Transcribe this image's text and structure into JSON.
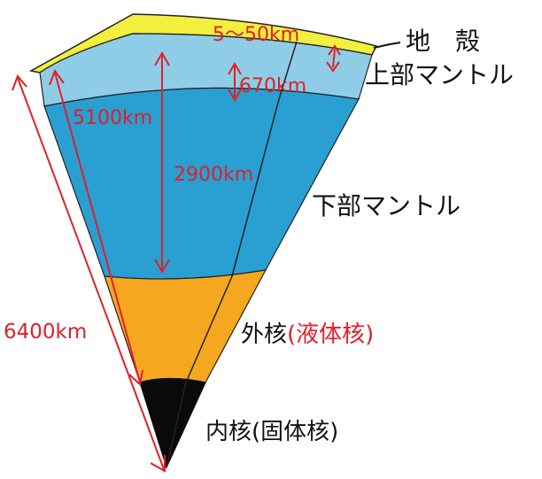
{
  "labels": {
    "crust": "地　殻",
    "upper_mantle": "上部マントル",
    "lower_mantle": "下部マントル",
    "outer_core": "外核",
    "outer_core_note": "(液体核)",
    "inner_core": "内核(固体核)"
  },
  "measurements": {
    "crust_thickness": "5～50km",
    "upper_mantle_depth": "670km",
    "core_radius": "5100km",
    "mantle_depth": "2900km",
    "earth_radius": "6400km"
  },
  "colors": {
    "crust": "#f2ef3e",
    "upper_mantle": "#8fcde6",
    "lower_mantle": "#2a9fd2",
    "outer_core": "#f5a81f",
    "inner_core": "#0a0a0a",
    "annotation_red": "#e0202a",
    "outline": "#111111"
  }
}
